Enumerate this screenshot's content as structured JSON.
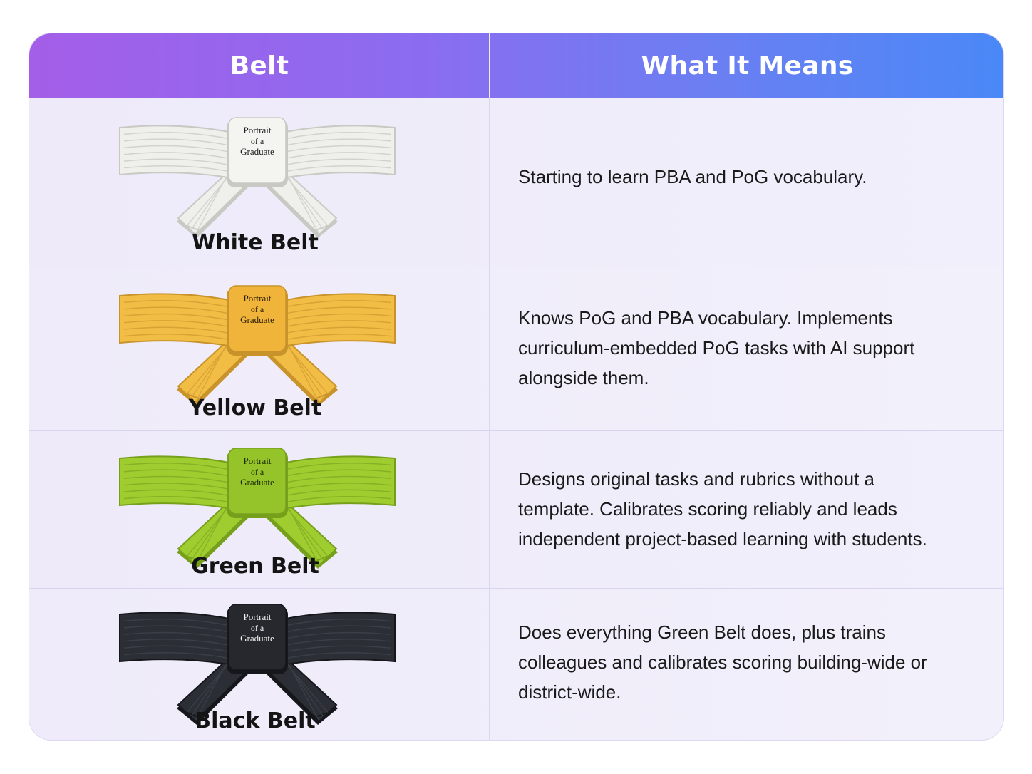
{
  "table": {
    "headers": {
      "belt": "Belt",
      "meaning": "What It Means"
    },
    "rows": [
      {
        "belt_name": "White Belt",
        "meaning": "Starting to learn PBA and PoG vocabulary.",
        "badge": {
          "line1": "Portrait",
          "line2": "of a",
          "line3": "Graduate"
        },
        "colors": {
          "fill": "#efefec",
          "shade": "#c9c9c4",
          "stitch": "#d2d2cd",
          "badge": "#f4f4f1",
          "text": "#222222"
        }
      },
      {
        "belt_name": "Yellow Belt",
        "meaning": "Knows PoG and PBA vocabulary. Implements curriculum-embedded PoG tasks with AI support alongside them.",
        "badge": {
          "line1": "Portrait",
          "line2": "of a",
          "line3": "Graduate"
        },
        "colors": {
          "fill": "#f2bd45",
          "shade": "#c8932a",
          "stitch": "#d9a235",
          "badge": "#f0b43a",
          "text": "#2a1e05"
        }
      },
      {
        "belt_name": "Green Belt",
        "meaning": "Designs original tasks and rubrics without a template. Calibrates scoring reliably and leads independent project-based learning with students.",
        "badge": {
          "line1": "Portrait",
          "line2": "of a",
          "line3": "Graduate"
        },
        "colors": {
          "fill": "#9fcc2e",
          "shade": "#76a01c",
          "stitch": "#86b025",
          "badge": "#95c42a",
          "text": "#1d2a05"
        }
      },
      {
        "belt_name": "Black Belt",
        "meaning": "Does everything Green Belt does, plus trains colleagues and calibrates scoring building-wide or district-wide.",
        "badge": {
          "line1": "Portrait",
          "line2": "of a",
          "line3": "Graduate"
        },
        "colors": {
          "fill": "#2b2e35",
          "shade": "#15171b",
          "stitch": "#3a3e46",
          "badge": "#26282e",
          "text": "#f2f2f2"
        }
      }
    ]
  }
}
